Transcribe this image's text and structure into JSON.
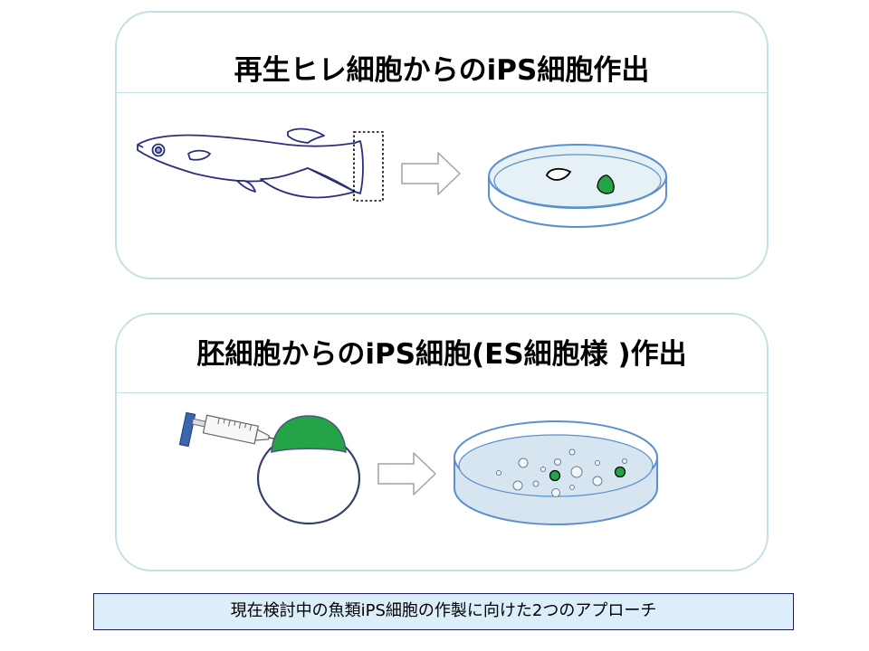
{
  "panels": [
    {
      "title": "再生ヒレ細胞からのiPS細胞作出"
    },
    {
      "title": "胚細胞からのiPS細胞(ES細胞様 )作出"
    }
  ],
  "caption": "現在検討中の魚類iPS細胞の作製に向けた2つのアプローチ",
  "colors": {
    "panel_border": "#c5dfe6",
    "fish_outline": "#2a2f7a",
    "dish_edge": "#5b8fd0",
    "dish_fill": "#dcecf4",
    "green_cells": "#22a447",
    "caption_bg": "#dbeef9",
    "syringe_plunger": "#3a66b0"
  },
  "icons": [
    "fish-icon",
    "fin-cut-marker",
    "arrow-icon",
    "petri-dish-icon",
    "syringe-icon",
    "embryo-icon"
  ]
}
